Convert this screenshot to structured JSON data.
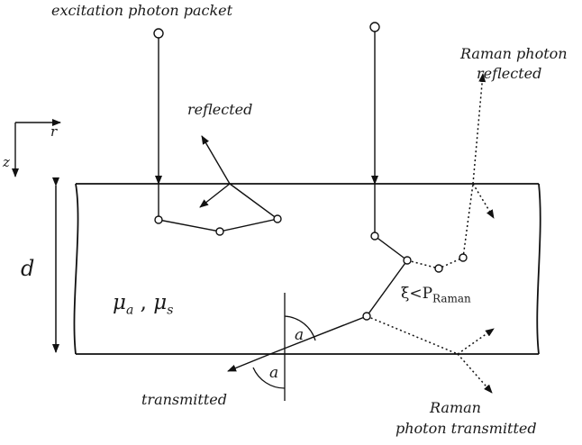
{
  "labels": {
    "excitation": "excitation photon packet",
    "reflected": "reflected",
    "raman_reflected_1": "Raman photon",
    "raman_reflected_2": "reflected",
    "axis_r": "r",
    "axis_z": "z",
    "thickness": "d",
    "mu_a": "μ",
    "mu_a_sub": "a",
    "mu_sep": " , ",
    "mu_s": "μ",
    "mu_s_sub": "s",
    "xi": "ξ<P",
    "xi_sub": "Raman",
    "angle_top": "a",
    "angle_bottom": "a",
    "transmitted": "transmitted",
    "raman_transmitted_1": "Raman",
    "raman_transmitted_2": "photon transmitted"
  },
  "colors": {
    "line": "#111111",
    "text": "#1a1a1a"
  }
}
